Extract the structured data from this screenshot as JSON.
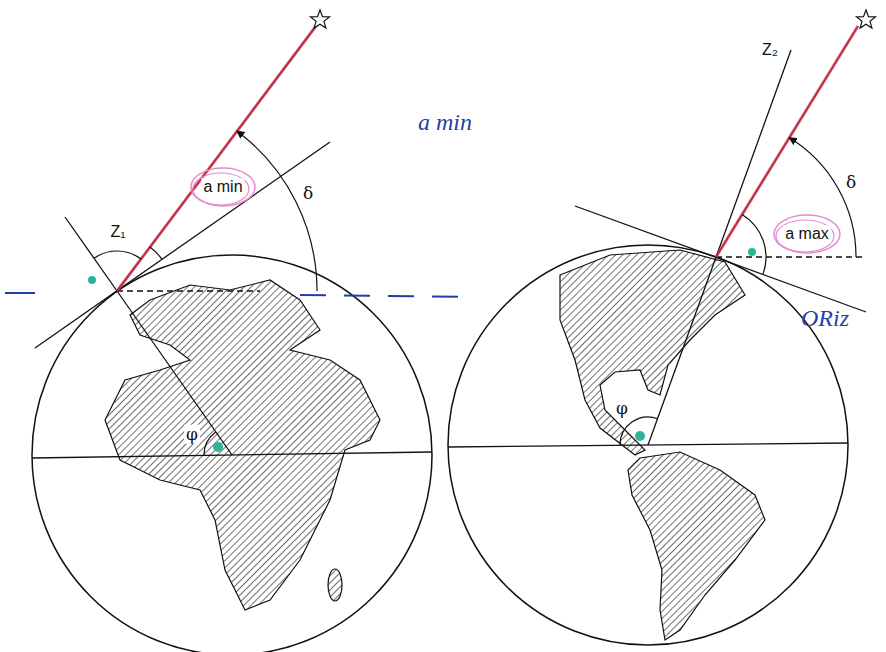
{
  "diagram": {
    "labels": [
      "a min",
      "Z₁",
      "a min",
      "δ",
      "φ",
      "Z₂",
      "δ",
      "a max",
      "φ",
      "ORiz"
    ]
  }
}
